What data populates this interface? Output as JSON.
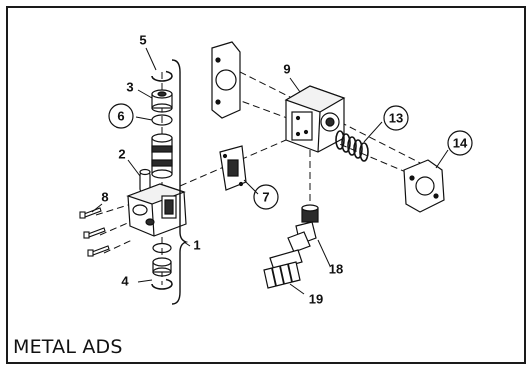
{
  "caption": "METAL ADS",
  "callouts": {
    "c1": "1",
    "c2": "2",
    "c3": "3",
    "c4": "4",
    "c5": "5",
    "c6": "6",
    "c7": "7",
    "c8": "8",
    "c9": "9",
    "c13": "13",
    "c14": "14",
    "c18": "18",
    "c19": "19"
  },
  "colors": {
    "line": "#111111",
    "part_fill": "#ffffff",
    "dark_fill": "#2b2b2b",
    "background": "#ffffff"
  }
}
